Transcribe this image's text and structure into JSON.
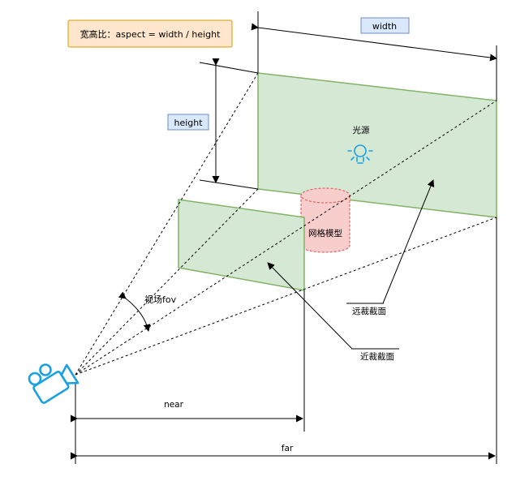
{
  "aspect_note": "宽高比：aspect = width / height",
  "labels": {
    "width": "width",
    "height": "height",
    "light": "光源",
    "mesh": "网格模型",
    "fov": "视场fov",
    "far_plane": "远裁截面",
    "near_plane": "近裁截面",
    "near": "near",
    "far": "far"
  },
  "colors": {
    "plane_fill": "#d5e8d4",
    "plane_stroke": "#82b366",
    "mesh_fill": "#f8cecc",
    "mesh_stroke": "#e06666",
    "camera": "#1ba1e2",
    "note_fill": "#ffe6cc",
    "note_stroke": "#d79b00",
    "tag_fill": "#dae8fc",
    "tag_stroke": "#6c8ebf"
  },
  "icons": {
    "camera": "video-camera-icon",
    "light": "light-bulb-icon"
  }
}
